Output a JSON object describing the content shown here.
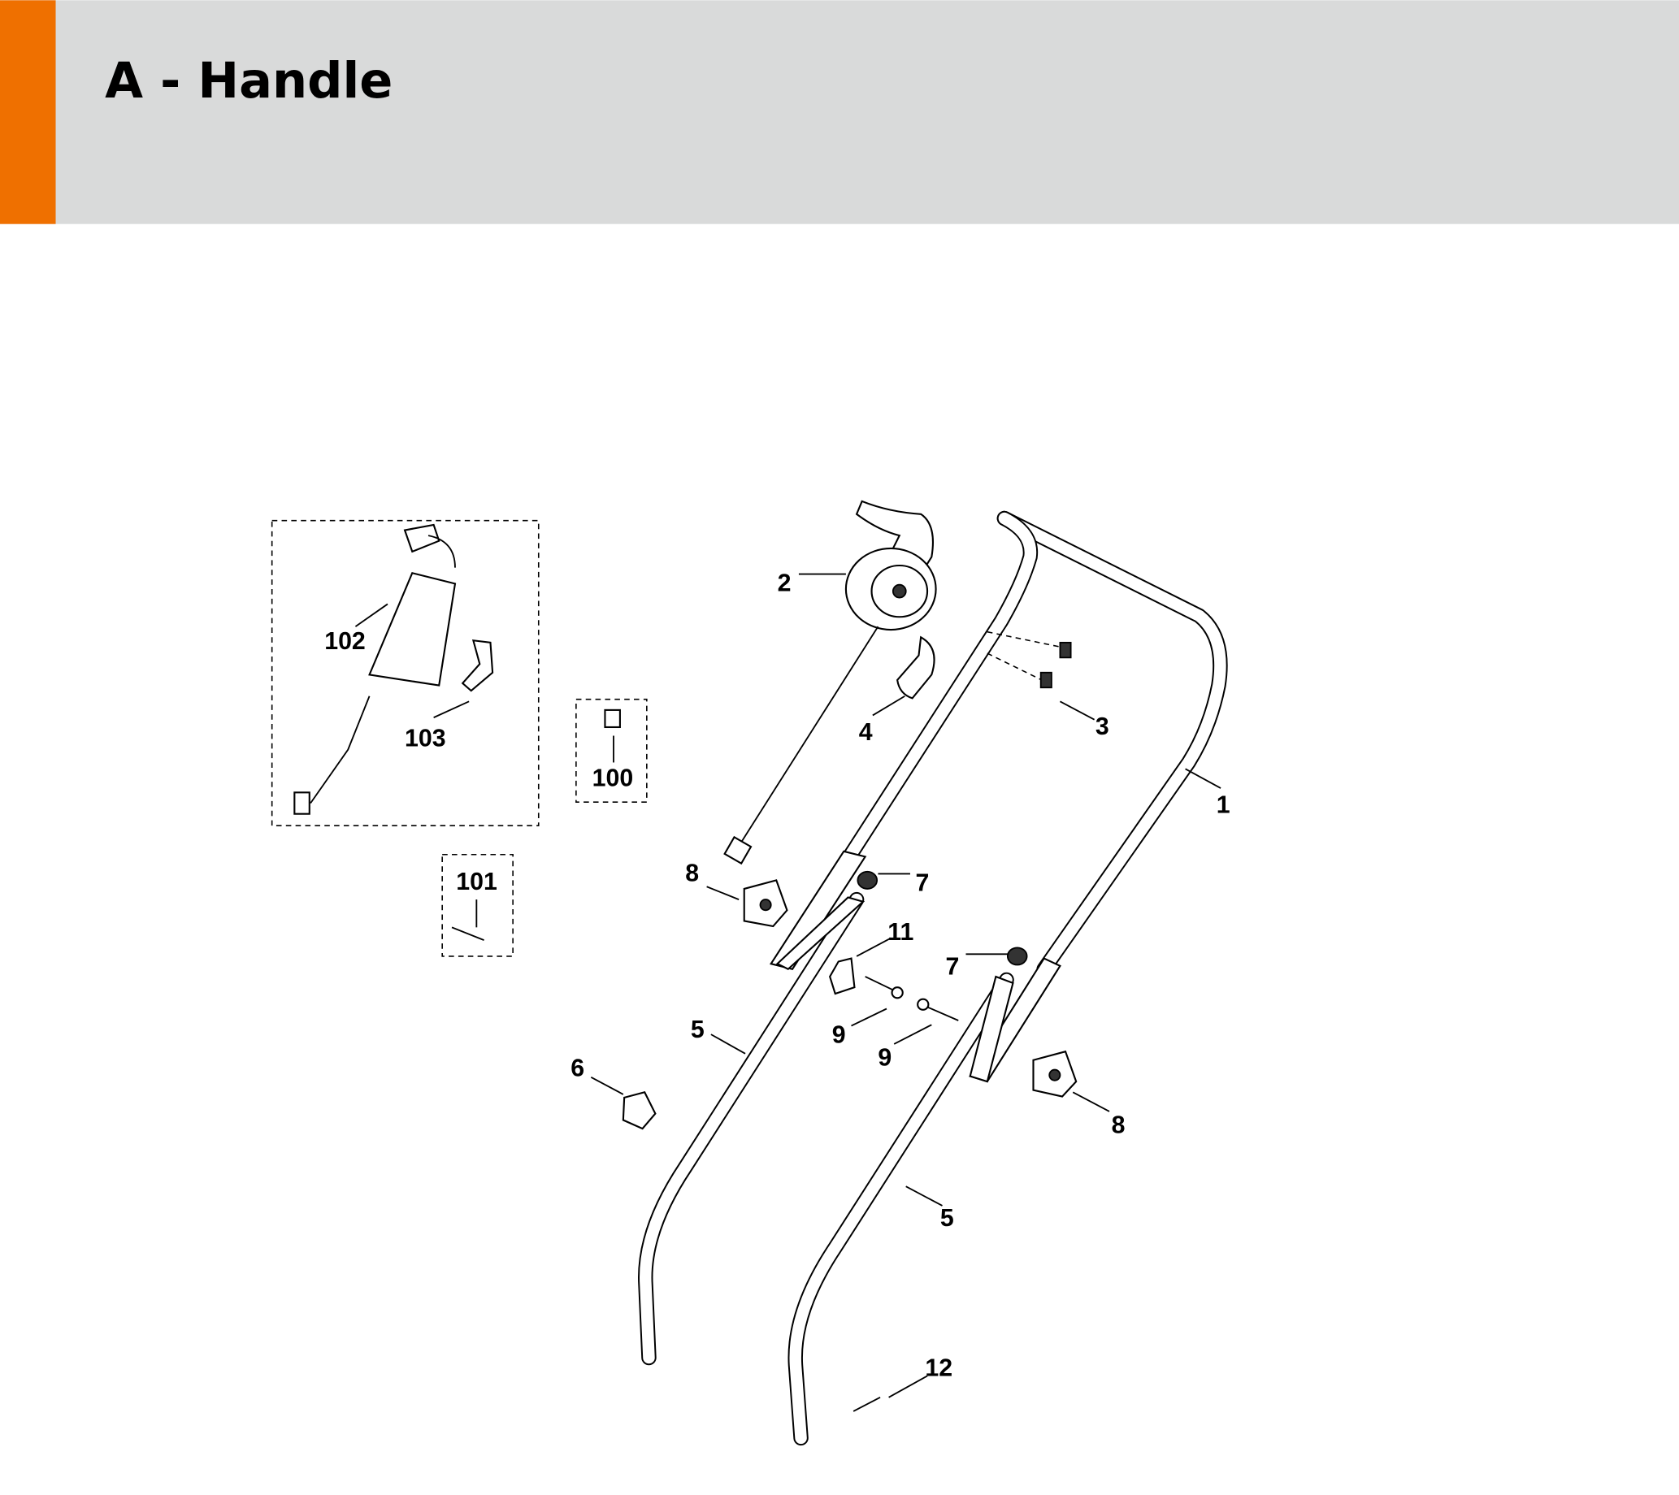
{
  "header": {
    "title": "A - Handle",
    "accent_color": "#EF7000",
    "background_color": "#D9DADA"
  },
  "callouts": {
    "c1": "1",
    "c2": "2",
    "c3": "3",
    "c4": "4",
    "c5a": "5",
    "c5b": "5",
    "c6": "6",
    "c7a": "7",
    "c7b": "7",
    "c8a": "8",
    "c8b": "8",
    "c9a": "9",
    "c9b": "9",
    "c11": "11",
    "c12": "12",
    "c100": "100",
    "c101": "101",
    "c102": "102",
    "c103": "103"
  }
}
